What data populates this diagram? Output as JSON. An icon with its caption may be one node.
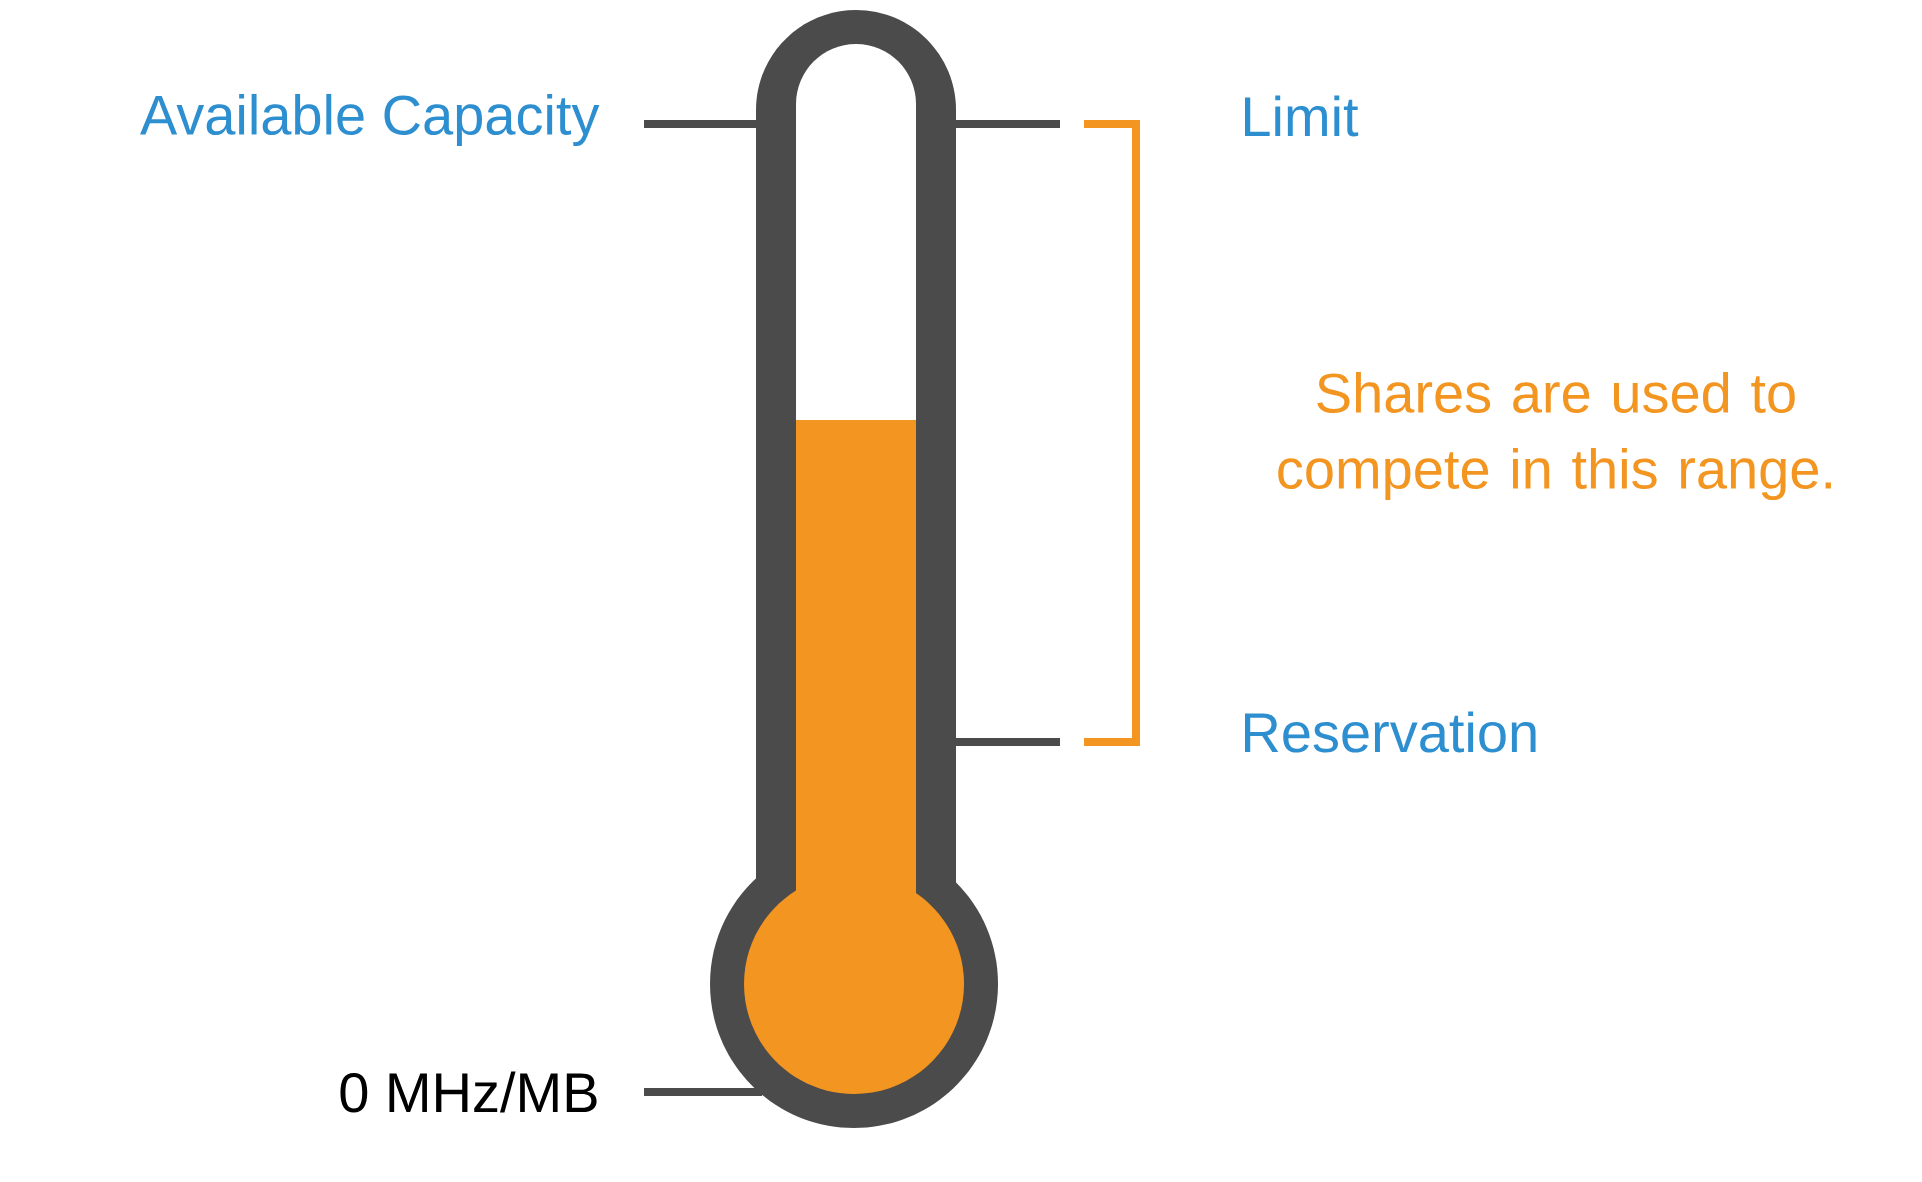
{
  "diagram": {
    "nodes": [
      {
        "text": [],
        "shape": "thermometer"
      },
      {
        "text": [
          "Available Capacity"
        ]
      },
      {
        "text": [
          "0 MHz/MB"
        ]
      }
    ],
    "edges": [
      {
        "from": 1,
        "to": 0,
        "arrow": "none"
      },
      {
        "from": 2,
        "to": 0,
        "arrow": "none"
      }
    ],
    "labels": [
      "Limit",
      "Shares are used to compete in this range.",
      "Reservation"
    ]
  }
}
